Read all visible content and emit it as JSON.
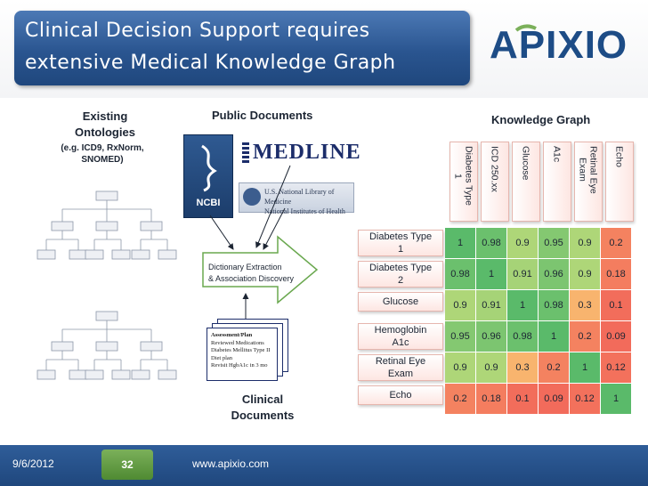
{
  "title": {
    "line1": "Clinical Decision Support requires",
    "line2": "extensive Medical Knowledge Graph"
  },
  "logo": {
    "text": "APIXIO",
    "colors": {
      "main": "#1d4c86",
      "accent": "#7bb05a"
    }
  },
  "ontologies": {
    "title_line1": "Existing",
    "title_line2": "Ontologies",
    "sub_line1": "(e.g. ICD9, RxNorm,",
    "sub_line2": "SNOMED)"
  },
  "public_documents": {
    "title": "Public Documents",
    "ncbi": "NCBI",
    "medline": "MEDLINE",
    "nlm_line1": "U.S. National Library of Medicine",
    "nlm_line2": "National Institutes of Health"
  },
  "process": {
    "line1": "Dictionary Extraction",
    "line2": "& Association Discovery"
  },
  "clinical_documents": {
    "title_line1": "Clinical",
    "title_line2": "Documents",
    "note_head": "Assessment/Plan",
    "note_lines": [
      "Reviewed Medications",
      "Diabetes Mellitus Type II",
      "Diet plan",
      "Revisit HgbA1c in 3 mo"
    ]
  },
  "knowledge_graph": {
    "title": "Knowledge Graph",
    "columns": [
      "Diabetes Type\n1",
      "ICD 250.xx",
      "Glucose",
      "A1c",
      "Retinal Eye\nExam",
      "Echo"
    ],
    "rows": [
      "Diabetes Type\n1",
      "Diabetes Type\n2",
      "Glucose",
      "Hemoglobin\nA1c",
      "Retinal Eye\nExam",
      "Echo"
    ],
    "values": [
      [
        "1",
        "0.98",
        "0.9",
        "0.95",
        "0.9",
        "0.2"
      ],
      [
        "0.98",
        "1",
        "0.91",
        "0.96",
        "0.9",
        "0.18"
      ],
      [
        "0.9",
        "0.91",
        "1",
        "0.98",
        "0.3",
        "0.1"
      ],
      [
        "0.95",
        "0.96",
        "0.98",
        "1",
        "0.2",
        "0.09"
      ],
      [
        "0.9",
        "0.9",
        "0.3",
        "0.2",
        "1",
        "0.12"
      ],
      [
        "0.2",
        "0.18",
        "0.1",
        "0.09",
        "0.12",
        "1"
      ]
    ],
    "colors": {
      "high": "#5aba6a",
      "mid": "#fce27f",
      "low": "#f26b5b"
    }
  },
  "footer": {
    "date": "9/6/2012",
    "page": "32",
    "url": "www.apixio.com"
  }
}
